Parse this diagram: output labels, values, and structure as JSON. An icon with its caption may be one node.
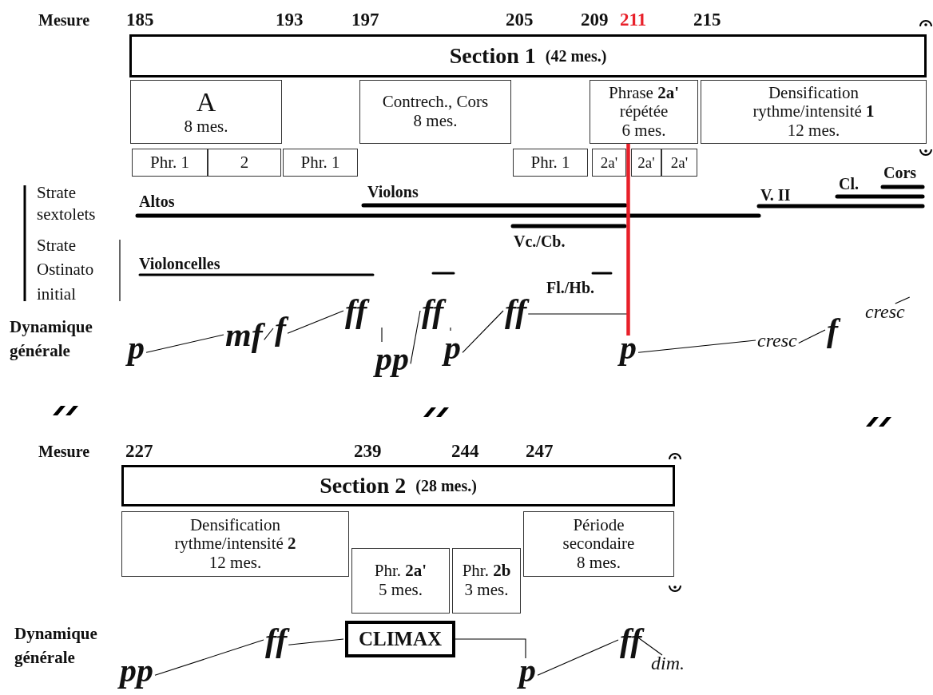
{
  "diagram": {
    "nodes": [
      {
        "text": [
          "Section 1",
          "(42 mes.)"
        ]
      },
      {
        "text": [
          "A",
          "8 mes."
        ]
      },
      {
        "text": [
          "Contrech., Cors",
          "8 mes."
        ]
      },
      {
        "text": [
          "Phrase **2a'** répétée",
          "6 mes."
        ]
      },
      {
        "text": [
          "Densification rythme/intensité **1**",
          "12 mes."
        ]
      },
      {
        "text": [
          "Phr. 1"
        ]
      },
      {
        "text": [
          "2"
        ]
      },
      {
        "text": [
          "Phr. 1"
        ]
      },
      {
        "text": [
          "Phr. 1"
        ]
      },
      {
        "text": [
          "2a'"
        ]
      },
      {
        "text": [
          "2a'"
        ]
      },
      {
        "text": [
          "2a'"
        ]
      },
      {
        "text": [
          "Section 2",
          "(28 mes.)"
        ]
      },
      {
        "text": [
          "Densification rythme/intensité **2**",
          "12 mes."
        ]
      },
      {
        "text": [
          "Phr. **2a'**",
          "5 mes."
        ]
      },
      {
        "text": [
          "Phr. **2b**",
          "3 mes."
        ]
      },
      {
        "text": [
          "Période secondaire",
          "8 mes."
        ]
      },
      {
        "text": [
          "CLIMAX"
        ]
      },
      {
        "text": [
          "p"
        ]
      },
      {
        "text": [
          "mf"
        ]
      },
      {
        "text": [
          "f"
        ]
      },
      {
        "text": [
          "ff"
        ]
      },
      {
        "text": [
          "pp"
        ]
      },
      {
        "text": [
          "ff"
        ]
      },
      {
        "text": [
          "p"
        ]
      },
      {
        "text": [
          "ff"
        ]
      },
      {
        "text": [
          "p"
        ]
      },
      {
        "text": [
          "cresc"
        ]
      },
      {
        "text": [
          "f"
        ]
      },
      {
        "text": [
          "cresc"
        ]
      },
      {
        "text": [
          "pp"
        ]
      },
      {
        "text": [
          "ff"
        ]
      },
      {
        "text": [
          "p"
        ]
      },
      {
        "text": [
          "ff"
        ]
      },
      {
        "text": [
          "dim."
        ]
      }
    ],
    "edges": [
      {
        "from": 18,
        "to": 19,
        "arrow": "none"
      },
      {
        "from": 19,
        "to": 20,
        "arrow": "none"
      },
      {
        "from": 20,
        "to": 21,
        "arrow": "none"
      },
      {
        "from": 21,
        "to": 22,
        "arrow": "none"
      },
      {
        "from": 22,
        "to": 23,
        "arrow": "none"
      },
      {
        "from": 23,
        "to": 24,
        "arrow": "none"
      },
      {
        "from": 24,
        "to": 25,
        "arrow": "none"
      },
      {
        "from": 25,
        "to": 26,
        "arrow": "none"
      },
      {
        "from": 3,
        "to": 26,
        "arrow": "none",
        "style": "thick",
        "color": "#e8202a"
      },
      {
        "from": 26,
        "to": 27,
        "arrow": "none"
      },
      {
        "from": 27,
        "to": 28,
        "arrow": "none"
      },
      {
        "from": 29,
        "to": null,
        "arrow": "none"
      },
      {
        "from": 30,
        "to": 31,
        "arrow": "none"
      },
      {
        "from": 31,
        "to": 17,
        "arrow": "none"
      },
      {
        "from": 17,
        "to": 32,
        "arrow": "none"
      },
      {
        "from": 32,
        "to": 33,
        "arrow": "none"
      },
      {
        "from": 33,
        "to": 34,
        "arrow": "none"
      }
    ],
    "labels": [
      "Mesure",
      "185",
      "193",
      "197",
      "205",
      "209",
      "211",
      "215",
      "Strate sextolets",
      "Altos",
      "Violons",
      "Cors",
      "Cl.",
      "V. II",
      "Vc./Cb.",
      "Strate Ostinato initial",
      "Violoncelles",
      "Fl./Hb.",
      "Dynamique générale",
      "Mesure",
      "227",
      "239",
      "244",
      "247",
      "Dynamique générale"
    ]
  }
}
